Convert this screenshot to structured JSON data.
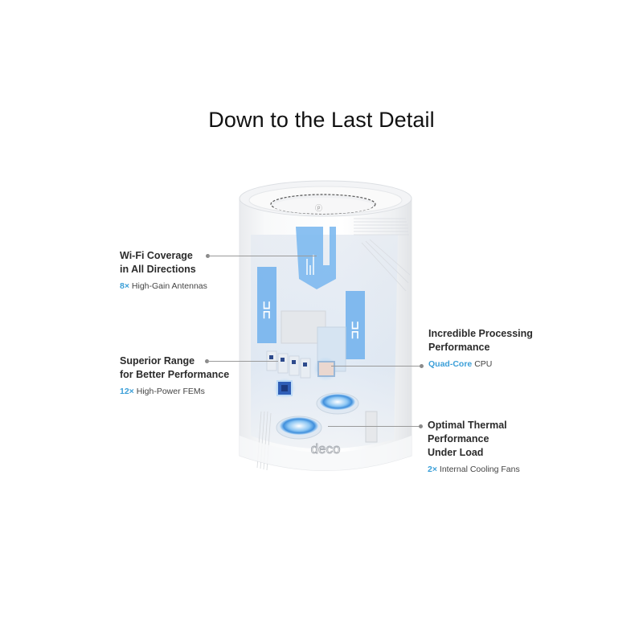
{
  "title": "Down to the Last Detail",
  "product": {
    "logo_text": "deco",
    "brand_mark": "tp-link-logo"
  },
  "callouts": [
    {
      "id": "wifi-coverage",
      "heading_lines": [
        "Wi-Fi Coverage",
        "in All Directions"
      ],
      "highlight": "8×",
      "detail": "High-Gain Antennas"
    },
    {
      "id": "superior-range",
      "heading_lines": [
        "Superior Range",
        "for Better Performance"
      ],
      "highlight": "12×",
      "detail": "High-Power FEMs"
    },
    {
      "id": "processing",
      "heading_lines": [
        "Incredible Processing",
        "Performance"
      ],
      "highlight": "Quad-Core",
      "detail": "CPU"
    },
    {
      "id": "thermal",
      "heading_lines": [
        "Optimal Thermal",
        "Performance",
        "Under Load"
      ],
      "highlight": "2×",
      "detail": "Internal Cooling Fans"
    }
  ],
  "colors": {
    "highlight_blue": "#3b9fd8",
    "component_blue": "#6fb4ec",
    "leader_line": "#9a9a9a",
    "device_white": "#f4f5f7"
  }
}
